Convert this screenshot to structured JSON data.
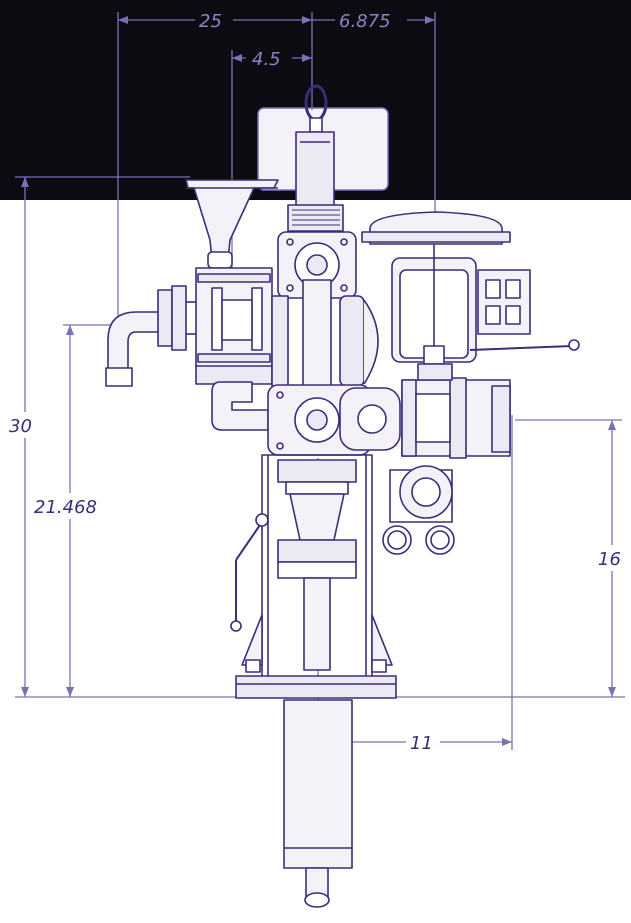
{
  "colors": {
    "ink": "#3b2d7a",
    "ink_light": "#7d6fb6",
    "background_band": "#0d0a12",
    "paper": "#ffffff",
    "housing_fill": "#ece9f5"
  },
  "dimensions": {
    "d25": "25",
    "d6875": "6.875",
    "d45": "4.5",
    "d30": "30",
    "d21468": "21.468",
    "d16": "16",
    "d11": "11"
  }
}
